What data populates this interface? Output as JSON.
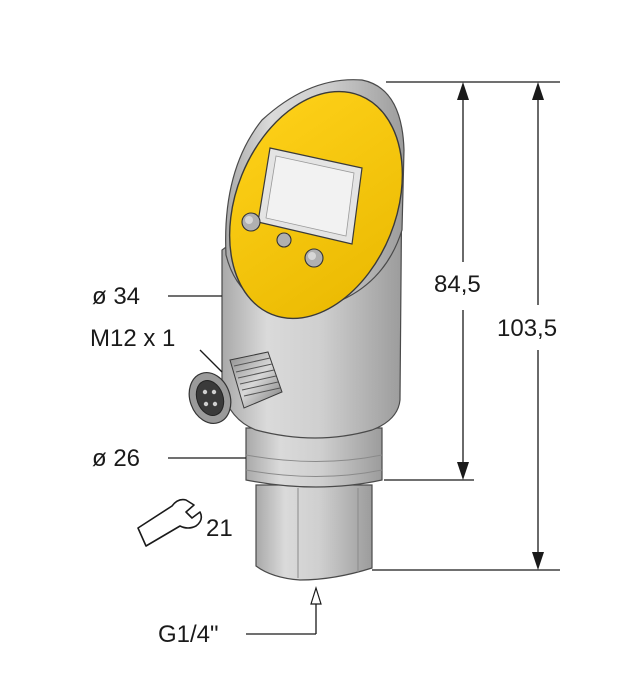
{
  "dimensions": {
    "height_display": "84,5",
    "height_total": "103,5",
    "diameter_body": "ø 34",
    "diameter_lower": "ø 26",
    "connector": "M12 x 1",
    "wrench_size": "21",
    "thread": "G1/4\""
  },
  "colors": {
    "housing": "#c9c9c9",
    "housing_dark": "#9e9e9e",
    "display_ring": "#f5c400",
    "display_window": "#e6e6e6",
    "line": "#1a1a1a"
  },
  "icons": [
    "wrench-icon",
    "arrow-icon"
  ]
}
